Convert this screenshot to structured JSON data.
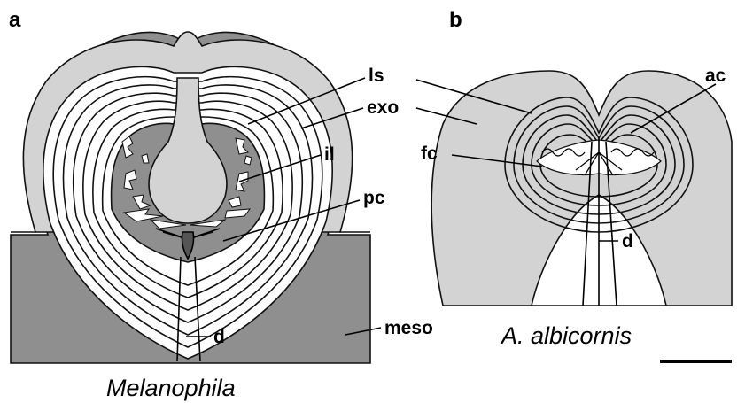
{
  "figure": {
    "panels": [
      {
        "letter": "a",
        "caption": "Melanophila"
      },
      {
        "letter": "b",
        "caption": "A. albicornis"
      }
    ],
    "labels": {
      "ls": "ls",
      "exo": "exo",
      "il": "il",
      "pc": "pc",
      "meso": "meso",
      "d_a": "d",
      "ac": "ac",
      "fc": "fc",
      "d_b": "d"
    },
    "colors": {
      "background": "#ffffff",
      "light_tissue": "#d3d3d3",
      "dark_tissue": "#8f8f8f",
      "outline": "#111111"
    }
  }
}
